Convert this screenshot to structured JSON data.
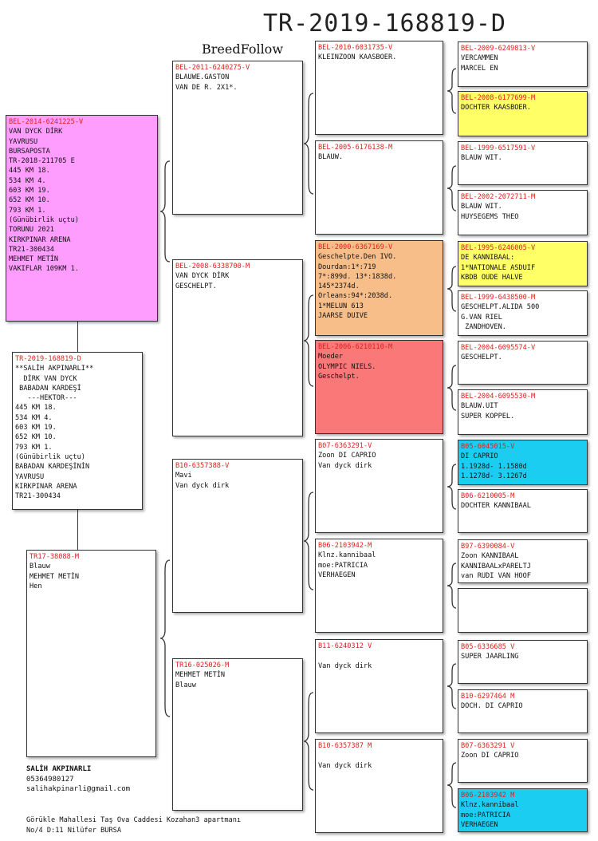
{
  "header": {
    "title": "TR-2019-168819-D",
    "brand": "BreedFollow"
  },
  "subject": {
    "id": "TR-2019-168819-D",
    "text": "**SALİH AKPINARLI**\n  DİRK VAN DYCK\n BABADAN KARDEŞİ\n   ---HEKTOR---\n445 KM 18.\n534 KM 4.\n603 KM 19.\n652 KM 10.\n793 KM 1.\n(Günübirlik uçtu)\nBABADAN KARDEŞİNİN\nYAVRUSU\nKIRKPINAR ARENA\nTR21-300434"
  },
  "sire": {
    "id": "BEL-2014-6241225-V",
    "text": "VAN DYCK DİRK\nYAVRUSU\nBURSAPOSTA\nTR-2018-211705 E\n445 KM 18.\n534 KM 4.\n603 KM 19.\n652 KM 10.\n793 KM 1.\n(Günübirlik uçtu)\nTORUNU 2021\nKIRKPINAR ARENA\nTR21-300434\nMEHMET METİN\nVAKIFLAR 109KM 1."
  },
  "dam": {
    "id": "TR17-38088-M",
    "text": "Blauw\nMEHMET METİN\nHen"
  },
  "gen2": [
    {
      "id": "BEL-2011-6240275-V",
      "text": "BLAUWE.GASTON\nVAN DE R. 2X1*."
    },
    {
      "id": "BEL-2008-6338700-M",
      "text": "VAN DYCK DİRK\nGESCHELPT."
    },
    {
      "id": "B10-6357388-V",
      "text": "Mavi\nVan dyck dirk"
    },
    {
      "id": "TR16-025026-M",
      "text": "MEHMET METİN\nBlauw"
    }
  ],
  "gen3": [
    {
      "id": "BEL-2010-6031735-V",
      "text": "KLEINZOON KAASBOER."
    },
    {
      "id": "BEL-2005-6176138-M",
      "text": "BLAUW."
    },
    {
      "id": "BEL-2000-6367169-V",
      "text": "Geschelpte.Den IVO.\nDourdan:1*:719\n7*:899d. 13*:1838d.\n145*2374d.\nOrleans:94*:2038d.\n1*MELUN 613\nJAARSE DUIVE"
    },
    {
      "id": "BEL-2006-6210110-M",
      "text": "Moeder\nOLYMPIC NIELS.\nGeschelpt."
    },
    {
      "id": "B07-6363291-V",
      "text": "Zoon DI CAPRIO\nVan dyck dirk"
    },
    {
      "id": "B06-2103942-M",
      "text": "Klnz.kannibaal\nmoe:PATRICIA\nVERHAEGEN"
    },
    {
      "id": "B11-6240312 V",
      "text": "\nVan dyck dirk"
    },
    {
      "id": "B10-6357387 M",
      "text": "\nVan dyck dirk"
    }
  ],
  "gen4": [
    {
      "id": "BEL-2009-6249813-V",
      "text": "VERCAMMEN\nMARCEL EN"
    },
    {
      "id": "BEL-2008-6177699-M",
      "text": "DOCHTER KAASBOER."
    },
    {
      "id": "BEL-1999-6517591-V",
      "text": "BLAUW WIT."
    },
    {
      "id": "BEL-2002-2072711-M",
      "text": "BLAUW WIT.\nHUYSEGEMS THEO"
    },
    {
      "id": "BEL-1995-6246005-V",
      "text": "DE KANNIBAAL:\n1*NATIONALE ASDUIF\nKBDB OUDE HALVE"
    },
    {
      "id": "BEL-1999-6438500-M",
      "text": "GESCHELPT.ALIDA 500\nG.VAN RIEL\n ZANDHOVEN."
    },
    {
      "id": "BEL-2004-6095574-V",
      "text": "GESCHELPT."
    },
    {
      "id": "BEL-2004-6095530-M",
      "text": "BLAUW.UIT\nSUPER KOPPEL."
    },
    {
      "id": "B05-6045015-V",
      "text": "DI CAPRIO\n1.1928d- 1.1580d\n1.1278d- 3.1267d"
    },
    {
      "id": "B06-6210005-M",
      "text": "DOCHTER KANNIBAAL"
    },
    {
      "id": "B97-6390084-V",
      "text": "Zoon KANNIBAAL\nKANNIBAALxPARELTJ\nvan RUDI VAN HOOF"
    },
    {
      "id": "",
      "text": ""
    },
    {
      "id": "B05-6336685 V",
      "text": "SUPER JAARLING"
    },
    {
      "id": "B10-6297464 M",
      "text": "DOCH. DI CAPRIO"
    },
    {
      "id": "B07-6363291 V",
      "text": "Zoon DI CAPRIO"
    },
    {
      "id": "B06-2103942 M",
      "text": "Klnz.kannibaal\nmoe:PATRICIA\nVERHAEGEN"
    }
  ],
  "contact": {
    "name": "SALİH AKPINARLI",
    "phone": "05364980127",
    "email": "salihakpinarli@gmail.com",
    "address": "Görükle Mahallesi Taş Ova Caddesi Kozahan3 apartmanı\nNo/4 D:11 Nilüfer BURSA"
  },
  "colors": {
    "pink": "#ff9dff",
    "yellow": "#ffff66",
    "orange": "#f7be8a",
    "red": "#fa7878",
    "cyan": "#1ccdf2",
    "id_red": "#e0201c"
  }
}
